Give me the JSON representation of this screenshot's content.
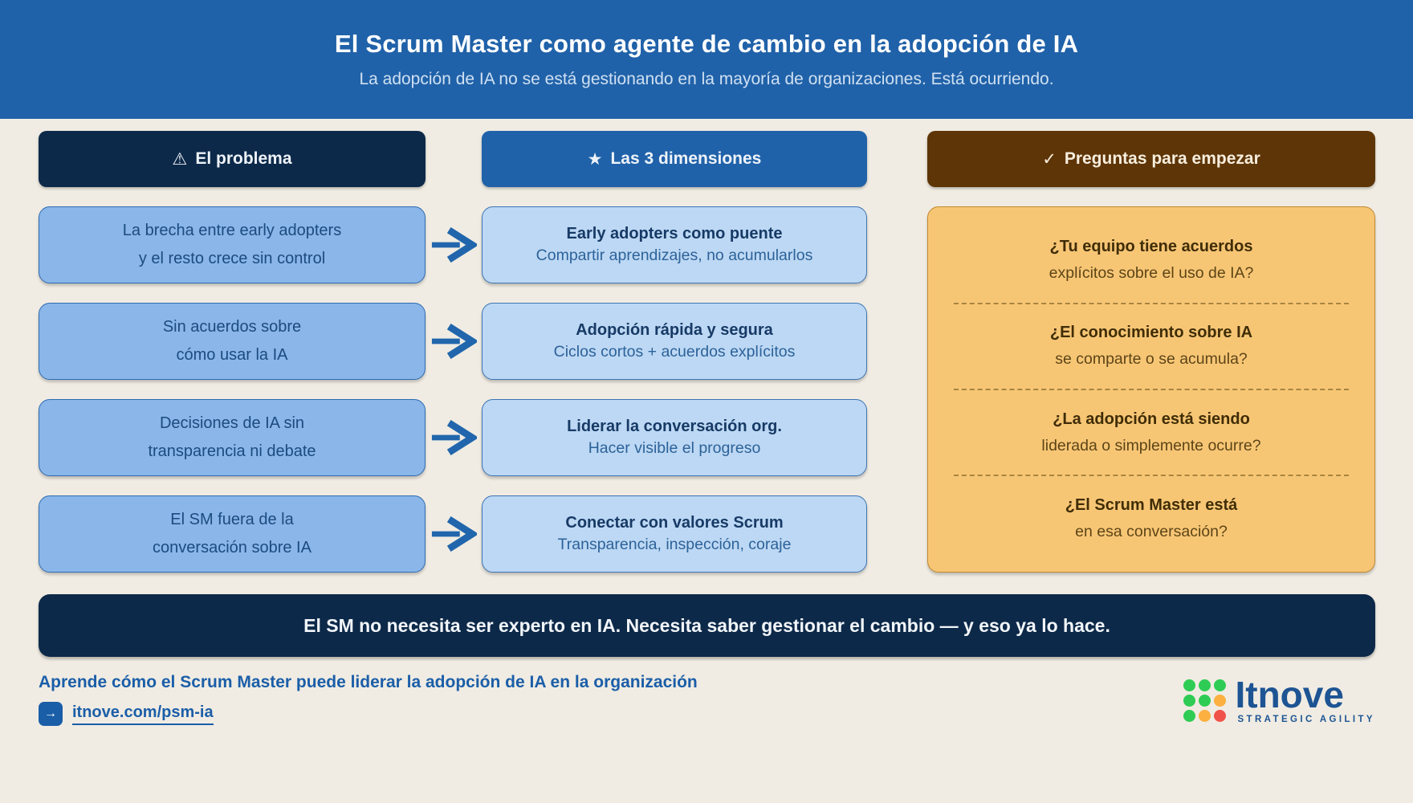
{
  "header": {
    "title": "El Scrum Master como agente de cambio en la adopción de IA",
    "subtitle": "La adopción de IA no se está gestionando en la mayoría de organizaciones. Está ocurriendo."
  },
  "colors": {
    "page_bg": "#f0ece3",
    "header_blue": "#2062a9",
    "navy": "#0d2949",
    "brown": "#5e3507",
    "problem_fill": "#8ab6e9",
    "dimension_fill": "#bdd8f4",
    "questions_fill": "#f7c675",
    "arrow_blue": "#2166ac",
    "link_blue": "#1b5ea8"
  },
  "problem": {
    "icon": "⚠",
    "title": "El problema",
    "items": [
      {
        "line1": "La brecha entre early adopters",
        "line2": "y el resto crece sin control"
      },
      {
        "line1": "Sin acuerdos sobre",
        "line2": "cómo usar la IA"
      },
      {
        "line1": "Decisiones de IA sin",
        "line2": "transparencia ni debate"
      },
      {
        "line1": "El SM fuera de la",
        "line2": "conversación sobre IA"
      }
    ]
  },
  "dimensions": {
    "icon": "★",
    "title": "Las 3 dimensiones",
    "items": [
      {
        "title": "Early adopters como puente",
        "subtitle": "Compartir aprendizajes, no acumularlos"
      },
      {
        "title": "Adopción rápida y segura",
        "subtitle": "Ciclos cortos + acuerdos explícitos"
      },
      {
        "title": "Liderar la conversación org.",
        "subtitle": "Hacer visible el progreso"
      },
      {
        "title": "Conectar con valores Scrum",
        "subtitle": "Transparencia, inspección, coraje"
      }
    ]
  },
  "questions": {
    "icon": "✓",
    "title": "Preguntas para empezar",
    "items": [
      {
        "line1": "¿Tu equipo tiene acuerdos",
        "line2": "explícitos sobre el uso de IA?"
      },
      {
        "line1": "¿El conocimiento sobre IA",
        "line2": "se comparte o se acumula?"
      },
      {
        "line1": "¿La adopción está siendo",
        "line2": "liderada o simplemente ocurre?"
      },
      {
        "line1": "¿El Scrum Master está",
        "line2": "en esa conversación?"
      }
    ]
  },
  "banner": {
    "text": "El SM no necesita ser experto en IA. Necesita saber gestionar el cambio — y eso ya lo hace."
  },
  "footer": {
    "heading": "Aprende cómo el Scrum Master puede liderar la adopción de IA en la organización",
    "link_icon": "→",
    "link": "itnove.com/psm-ia"
  },
  "logo": {
    "name": "Itnove",
    "tagline": "STRATEGIC AGILITY",
    "dots": [
      "#2ecc54",
      "#2ecc54",
      "#2ecc54",
      "#2ecc54",
      "#2ecc54",
      "#fbb040",
      "#2ecc54",
      "#fbb040",
      "#f0524a"
    ]
  }
}
